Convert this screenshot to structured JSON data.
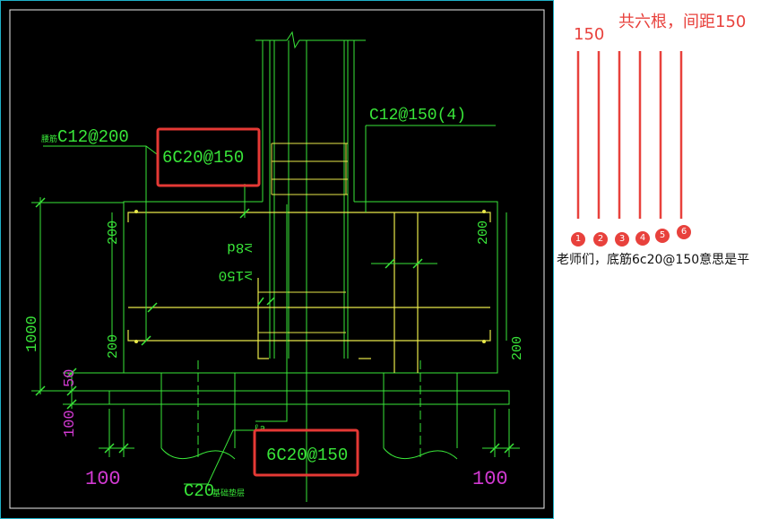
{
  "drawing": {
    "label_top_left": "C12@200",
    "label_top_left_prefix": "腰筋",
    "label_top_right": "C12@150(4)",
    "label_boxed_top": "6C20@150",
    "label_boxed_bottom": "6C20@150",
    "label_bottom": "C20",
    "label_bottom_suffix": "基础垫层",
    "dim_total": "1000",
    "dim_200_tl": "200",
    "dim_200_tr": "200",
    "dim_200_bl": "200",
    "dim_200_br": "200",
    "dim_50": "50",
    "dim_100_left": "100",
    "dim_100_bl": "100",
    "dim_100_br": "100",
    "rebar_note_1": "≥8d",
    "rebar_note_2": "≥150",
    "lae": "ℓa"
  },
  "annotation": {
    "title": "共六根，间距150",
    "spacing": "150",
    "markers": [
      "1",
      "2",
      "3",
      "4",
      "5",
      "6"
    ],
    "question": "老师们，底筋6c20@150意思是平"
  },
  "colors": {
    "cad_background": "#000000",
    "rebar": "#e8e84a",
    "outline": "#39e639",
    "dimension_text": "#d23ad2",
    "highlight_box": "#e53935",
    "annotation_red": "#e8413c"
  }
}
